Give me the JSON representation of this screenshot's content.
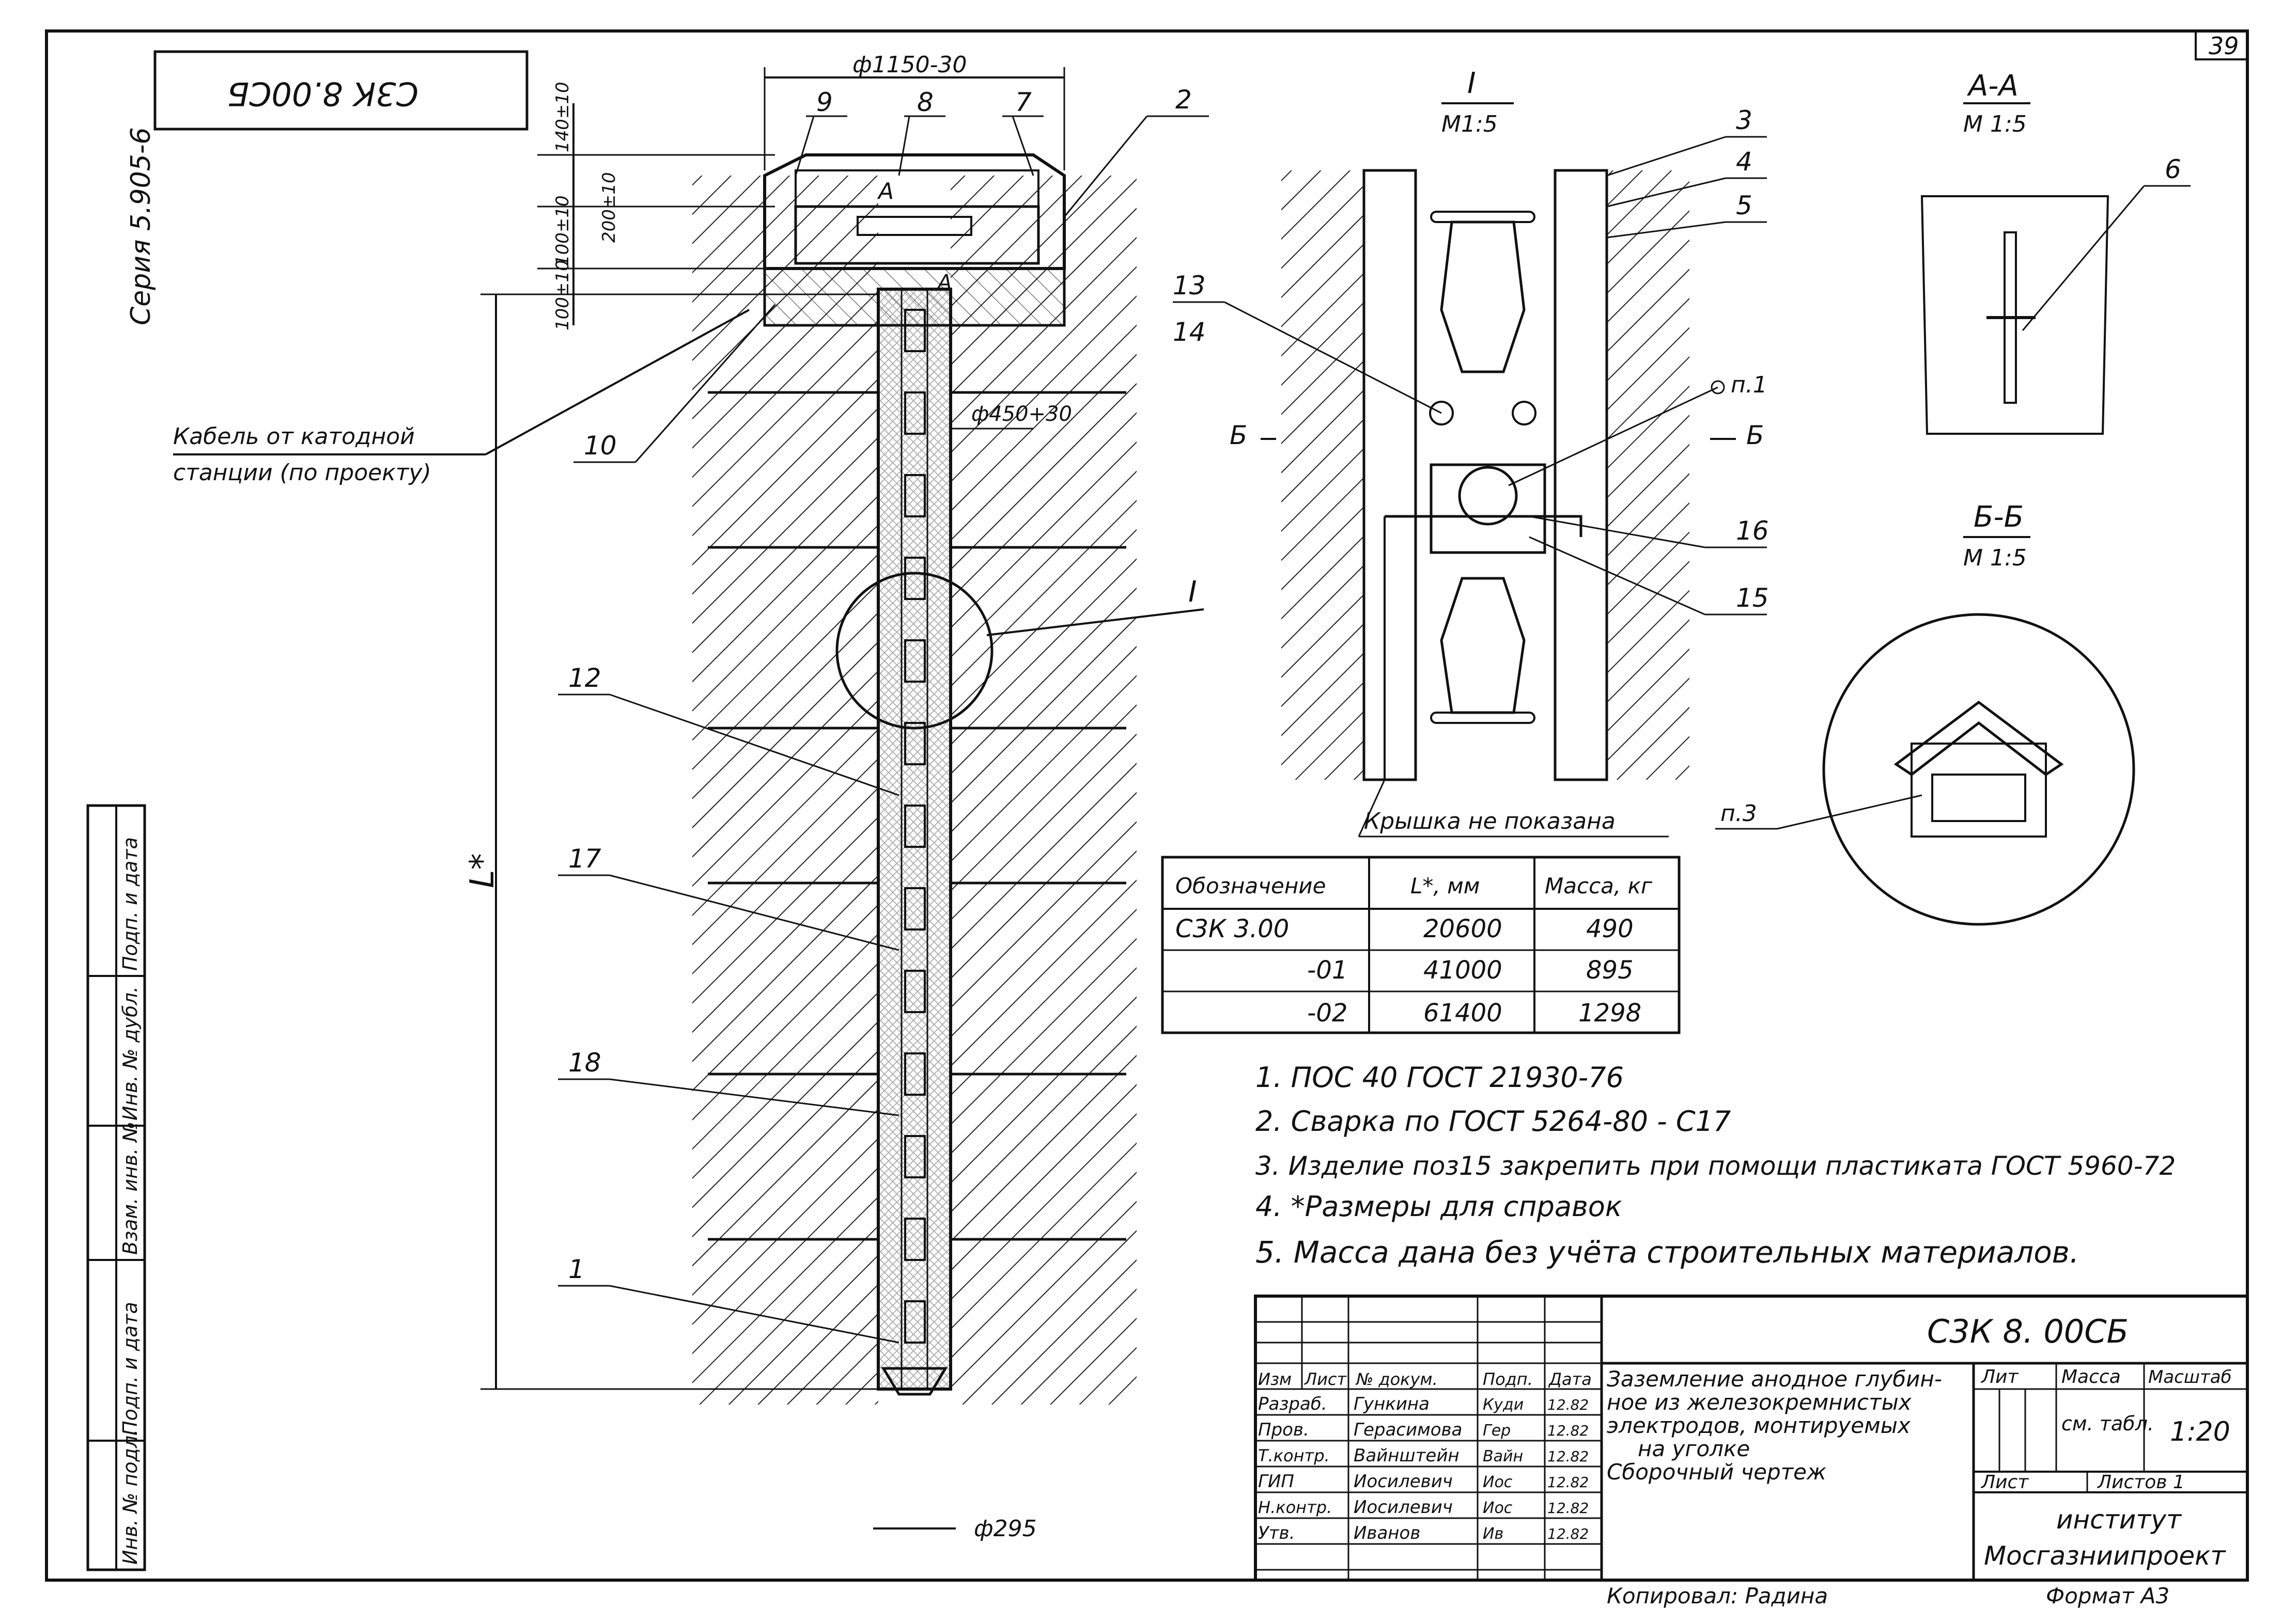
{
  "sheet": {
    "page_number": "39",
    "series": "Серия 5.905-6",
    "stamp_code": "С3К 8.00СБ",
    "copied_by": "Копировал: Радина",
    "format": "Формат А3"
  },
  "main_view": {
    "dim_diameter_top": "ф1150-30",
    "dim_diameter_mid": "ф450+30",
    "dim_diameter_bottom": "ф295",
    "dim_140": "140±10",
    "dim_200": "200±10",
    "dim_100a": "100±10",
    "dim_100b": "100±10",
    "dim_L": "L*",
    "section_mark": "А",
    "section_mark_top": "А",
    "callout_I": "I",
    "cable_label_1": "Кабель от катодной",
    "cable_label_2": "станции (по проекту)",
    "callouts": [
      "9",
      "8",
      "7",
      "2",
      "10",
      "12",
      "17",
      "18",
      "1"
    ]
  },
  "detail_I": {
    "title": "I",
    "scale": "М1:5",
    "callouts": [
      "3",
      "4",
      "5",
      "13",
      "14",
      "16",
      "15"
    ],
    "note_p1": "п.1",
    "section_marks": [
      "Б",
      "Б"
    ],
    "cover_note": "Крышка не показана"
  },
  "section_AA": {
    "title": "А-А",
    "scale": "М 1:5",
    "callout": "6"
  },
  "section_BB": {
    "title": "Б-Б",
    "scale": "М 1:5",
    "note_p3": "п.3"
  },
  "spec_table": {
    "headers": [
      "Обозначение",
      "L*, мм",
      "Масса, кг"
    ],
    "rows": [
      [
        "С3К 3.00",
        "20600",
        "490"
      ],
      [
        "-01",
        "41000",
        "895"
      ],
      [
        "-02",
        "61400",
        "1298"
      ]
    ]
  },
  "notes": [
    "1. ПОС 40 ГОСТ 21930-76",
    "2. Сварка по ГОСТ 5264-80 - С17",
    "3. Изделие поз15 закрепить при помощи пластиката ГОСТ 5960-72",
    "4. *Размеры для справок",
    "5. Масса дана без учёта строительных материалов."
  ],
  "title_block": {
    "code": "С3К 8. 00СБ",
    "title_lines": [
      "Заземление анодное глубин-",
      "ное из железокремнистых",
      "электродов, монтируемых",
      "на уголке",
      "Сборочный чертеж"
    ],
    "col_headers": [
      "Изм",
      "Лист",
      "№ докум.",
      "Подп.",
      "Дата"
    ],
    "roles": [
      {
        "role": "Разраб.",
        "name": "Гункина",
        "sign": "Куди",
        "date": "12.82"
      },
      {
        "role": "Пров.",
        "name": "Герасимова",
        "sign": "Гер",
        "date": "12.82"
      },
      {
        "role": "Т.контр.",
        "name": "Вайнштейн",
        "sign": "Вайн",
        "date": "12.82"
      },
      {
        "role": "ГИП",
        "name": "Иосилевич",
        "sign": "Иос",
        "date": "12.82"
      },
      {
        "role": "Н.контр.",
        "name": "Иосилевич",
        "sign": "Иос",
        "date": "12.82"
      },
      {
        "role": "Утв.",
        "name": "Иванов",
        "sign": "Ив",
        "date": "12.82"
      }
    ],
    "lit_label": "Лит",
    "mass_label": "Масса",
    "scale_label": "Масштаб",
    "mass_value": "см. табл.",
    "scale_value": "1:20",
    "sheet_label": "Лист",
    "sheets_label": "Листов 1",
    "org_line1": "институт",
    "org_line2": "Мосгазниипроект"
  },
  "left_margin": {
    "labels": [
      "Подп. и дата",
      "Инв. № дубл.",
      "Взам. инв. №",
      "Подп. и дата",
      "Инв. № подл."
    ]
  }
}
